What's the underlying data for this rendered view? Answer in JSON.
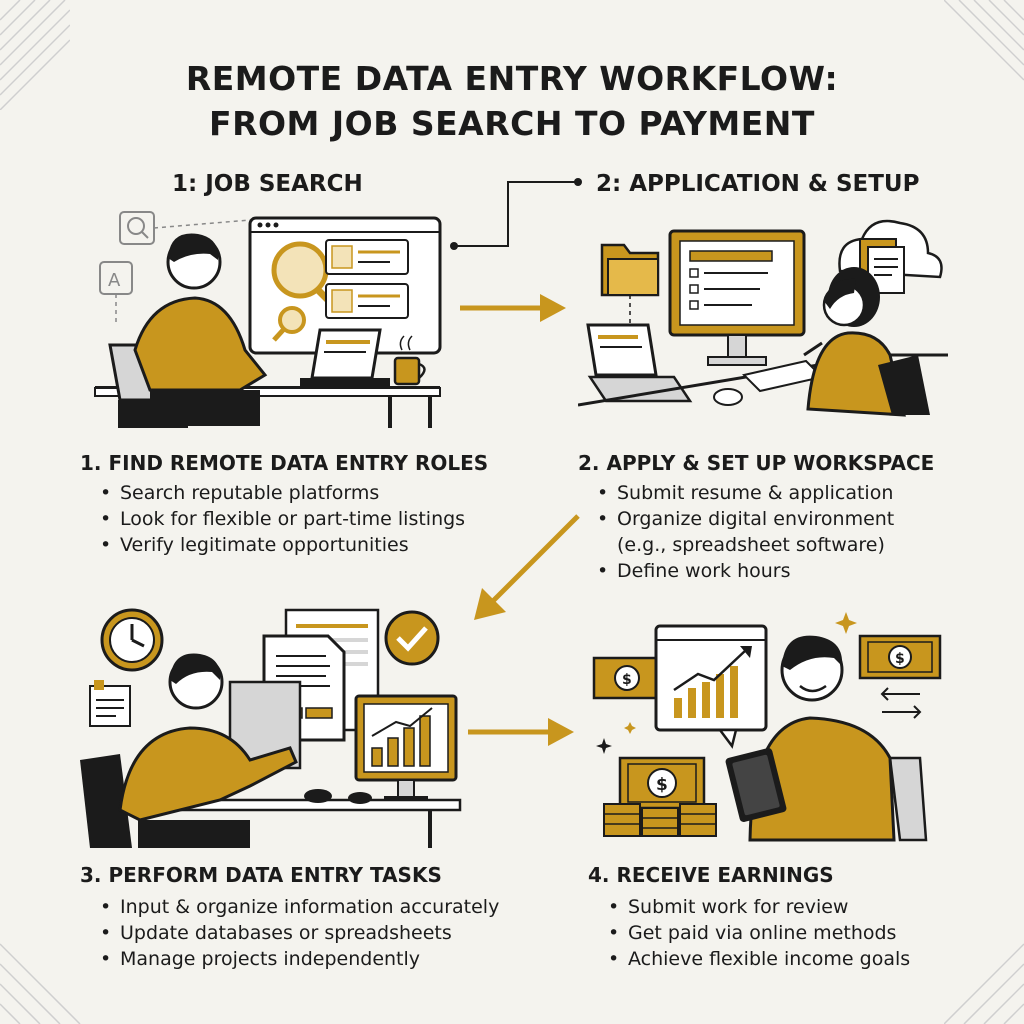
{
  "title": {
    "line1": "REMOTE DATA ENTRY WORKFLOW:",
    "line2": "FROM JOB SEARCH TO PAYMENT"
  },
  "colors": {
    "accent": "#c8961e",
    "ink": "#1b1b1b",
    "paper": "#f4f3ee",
    "light_gray": "#d6d6d6"
  },
  "steps": [
    {
      "label": "1: JOB SEARCH",
      "heading": "1. FIND REMOTE DATA ENTRY ROLES",
      "bullets": [
        "Search reputable platforms",
        "Look for flexible or part-time listings",
        "Verify legitimate opportunities"
      ],
      "icons": [
        "search-icon",
        "translate-icon",
        "magnifier-icon",
        "profile-card-icon",
        "laptop-icon",
        "coffee-mug-icon"
      ]
    },
    {
      "label": "2: APPLICATION & SETUP",
      "heading": "2. APPLY & SET UP WORKSPACE",
      "bullets": [
        "Submit resume & application",
        "Organize digital environment",
        "(e.g., spreadsheet software)",
        "Define work hours"
      ],
      "icons": [
        "folder-icon",
        "cloud-icon",
        "document-icon",
        "monitor-icon",
        "laptop-icon",
        "keyboard-icon",
        "mouse-icon"
      ]
    },
    {
      "heading": "3. PERFORM DATA ENTRY TASKS",
      "bullets": [
        "Input & organize information accurately",
        "Update databases or spreadsheets",
        "Manage projects independently"
      ],
      "icons": [
        "clock-icon",
        "checkmark-icon",
        "sticky-note-icon",
        "document-icon",
        "bar-chart-icon"
      ]
    },
    {
      "heading": "4. RECEIVE EARNINGS",
      "bullets": [
        "Submit work for review",
        "Get paid via online methods",
        "Achieve flexible income goals"
      ],
      "icons": [
        "banknote-icon",
        "coin-stack-icon",
        "growth-chart-icon",
        "tablet-icon",
        "exchange-arrows-icon",
        "sparkle-icon"
      ]
    }
  ]
}
